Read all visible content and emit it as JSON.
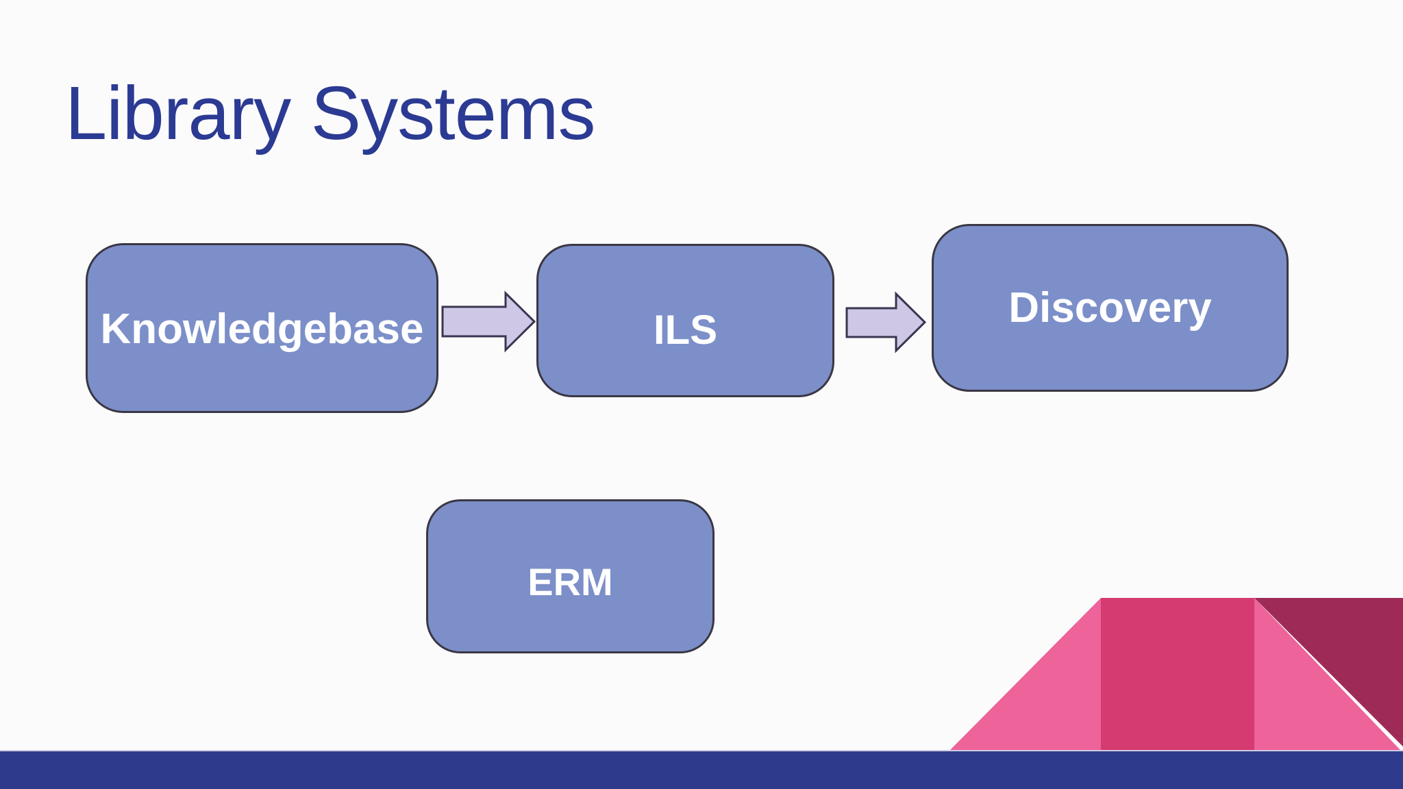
{
  "slide": {
    "title": "Library Systems",
    "background_color": "#FBFBFC",
    "title_color": "#2B3A92"
  },
  "diagram": {
    "type": "flow",
    "nodes": [
      {
        "id": "knowledgebase",
        "label": "Knowledgebase"
      },
      {
        "id": "ils",
        "label": "ILS"
      },
      {
        "id": "discovery",
        "label": "Discovery"
      },
      {
        "id": "erm",
        "label": "ERM"
      }
    ],
    "connections": [
      {
        "from": "Knowledgebase",
        "to": "ILS",
        "style": "block-arrow-right"
      },
      {
        "from": "ILS",
        "to": "Discovery",
        "style": "block-arrow-right"
      }
    ],
    "node_fill_color": "#7C8FC9",
    "node_border_color": "#3A3744",
    "node_text_color": "#FFFFFF",
    "arrow_fill_color": "#CEC8E6",
    "arrow_border_color": "#3A3550"
  },
  "decoration": {
    "footer_bar_color": "#2E3A8B",
    "footer_bar_top_line_color": "#CFCBE2",
    "pink_light_color": "#ED639A",
    "pink_dark_color": "#D53A71",
    "maroon_color": "#9E2B57"
  }
}
